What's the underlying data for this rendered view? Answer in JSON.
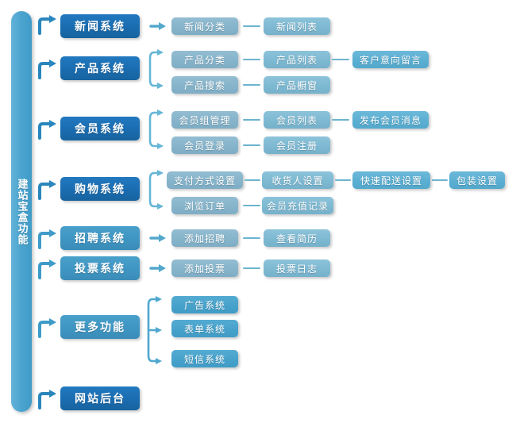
{
  "diagram": {
    "title": "建站宝盒功能",
    "type": "tree",
    "colors": {
      "root_bar": "#4da5cf",
      "level1_dark": "#1a6cb0",
      "level1_medium": "#3f95c2",
      "level2": "#86b4cb",
      "level3": "#7eb9d2",
      "level4": "#5bafd2",
      "connector": "#6cb4cf",
      "text": "#ffffff",
      "background": "#ffffff"
    },
    "root": {
      "label": "建站宝盒功能"
    },
    "branches": [
      {
        "id": "news",
        "label": "新闻系统",
        "style": "dark",
        "connector": "arrow",
        "children": [
          {
            "label": "新闻分类",
            "next": [
              {
                "label": "新闻列表",
                "next": []
              }
            ]
          }
        ]
      },
      {
        "id": "product",
        "label": "产品系统",
        "style": "dark",
        "connector": "bracket2",
        "children": [
          {
            "label": "产品分类",
            "next": [
              {
                "label": "产品列表",
                "next": [
                  {
                    "label": "客户意向留言"
                  }
                ]
              }
            ]
          },
          {
            "label": "产品搜索",
            "next": [
              {
                "label": "产品橱窗",
                "next": []
              }
            ]
          }
        ]
      },
      {
        "id": "member",
        "label": "会员系统",
        "style": "dark",
        "connector": "bracket2",
        "children": [
          {
            "label": "会员组管理",
            "next": [
              {
                "label": "会员列表",
                "next": [
                  {
                    "label": "发布会员消息"
                  }
                ]
              }
            ]
          },
          {
            "label": "会员登录",
            "next": [
              {
                "label": "会员注册",
                "next": []
              }
            ]
          }
        ]
      },
      {
        "id": "shopping",
        "label": "购物系统",
        "style": "dark",
        "connector": "bracket2",
        "children": [
          {
            "label": "支付方式设置",
            "next": [
              {
                "label": "收货人设置",
                "next": [
                  {
                    "label": "快速配送设置",
                    "next": [
                      {
                        "label": "包装设置"
                      }
                    ]
                  }
                ]
              }
            ]
          },
          {
            "label": "浏览订单",
            "next": [
              {
                "label": "会员充值记录",
                "next": []
              }
            ]
          }
        ]
      },
      {
        "id": "recruit",
        "label": "招聘系统",
        "style": "medium",
        "connector": "arrow",
        "children": [
          {
            "label": "添加招聘",
            "next": [
              {
                "label": "查看简历",
                "next": []
              }
            ]
          }
        ]
      },
      {
        "id": "vote",
        "label": "投票系统",
        "style": "medium",
        "connector": "arrow",
        "children": [
          {
            "label": "添加投票",
            "next": [
              {
                "label": "投票日志",
                "next": []
              }
            ]
          }
        ]
      },
      {
        "id": "more",
        "label": "更多功能",
        "style": "medium",
        "connector": "bracket3",
        "children": [
          {
            "label": "广告系统",
            "next": []
          },
          {
            "label": "表单系统",
            "next": []
          },
          {
            "label": "短信系统",
            "next": []
          }
        ]
      },
      {
        "id": "backend",
        "label": "网站后台",
        "style": "dark",
        "connector": "none",
        "children": []
      }
    ],
    "nodes": {
      "news_system": "新闻系统",
      "news_category": "新闻分类",
      "news_list": "新闻列表",
      "product_system": "产品系统",
      "product_category": "产品分类",
      "product_search": "产品搜索",
      "product_list": "产品列表",
      "product_showcase": "产品橱窗",
      "customer_message": "客户意向留言",
      "member_system": "会员系统",
      "member_group": "会员组管理",
      "member_login": "会员登录",
      "member_list": "会员列表",
      "member_register": "会员注册",
      "member_news": "发布会员消息",
      "shopping_system": "购物系统",
      "payment_setting": "支付方式设置",
      "browse_order": "浏览订单",
      "receiver_setting": "收货人设置",
      "recharge_record": "会员充值记录",
      "fast_delivery": "快速配送设置",
      "package_setting": "包装设置",
      "recruit_system": "招聘系统",
      "add_recruit": "添加招聘",
      "view_resume": "查看简历",
      "vote_system": "投票系统",
      "add_vote": "添加投票",
      "vote_log": "投票日志",
      "more_function": "更多功能",
      "ad_system": "广告系统",
      "form_system": "表单系统",
      "sms_system": "短信系统",
      "site_backend": "网站后台"
    }
  }
}
